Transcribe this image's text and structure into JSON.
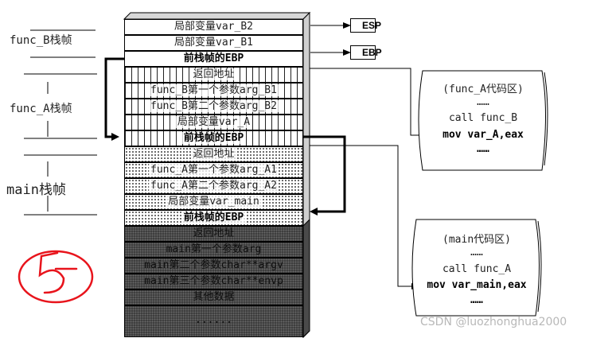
{
  "left_labels": {
    "func_b": "func_B栈帧",
    "func_a": "func_A栈帧",
    "main": "main栈帧"
  },
  "registers": {
    "esp": "ESP",
    "ebp": "EBP"
  },
  "stack": {
    "func_b": [
      "局部变量var_B2",
      "局部变量var_B1",
      "前栈帧的EBP"
    ],
    "func_a": [
      "返回地址",
      "func_B第一个参数arg_B1",
      "func_B第二个参数arg_B2",
      "局部变量var_A",
      "前栈帧的EBP"
    ],
    "main": [
      "返回地址",
      "func_A第一个参数arg_A1",
      "func_A第二个参数arg_A2",
      "局部变量var_main",
      "前栈帧的EBP"
    ],
    "prev": [
      "返回地址",
      "main第一个参数arg",
      "main第二个参数char**argv",
      "main第三个参数char**envp",
      "其他数据",
      "......"
    ]
  },
  "func_a_code": {
    "title": "(func_A代码区)",
    "dots1": "……",
    "call": "call func_B",
    "mov": "mov var_A,eax",
    "dots2": "……"
  },
  "main_code": {
    "title": "(main代码区)",
    "dots1": "……",
    "call": "call func_A",
    "mov": "mov var_main,eax",
    "dots2": "……"
  },
  "watermark": "CSDN @luozhonghua2000"
}
